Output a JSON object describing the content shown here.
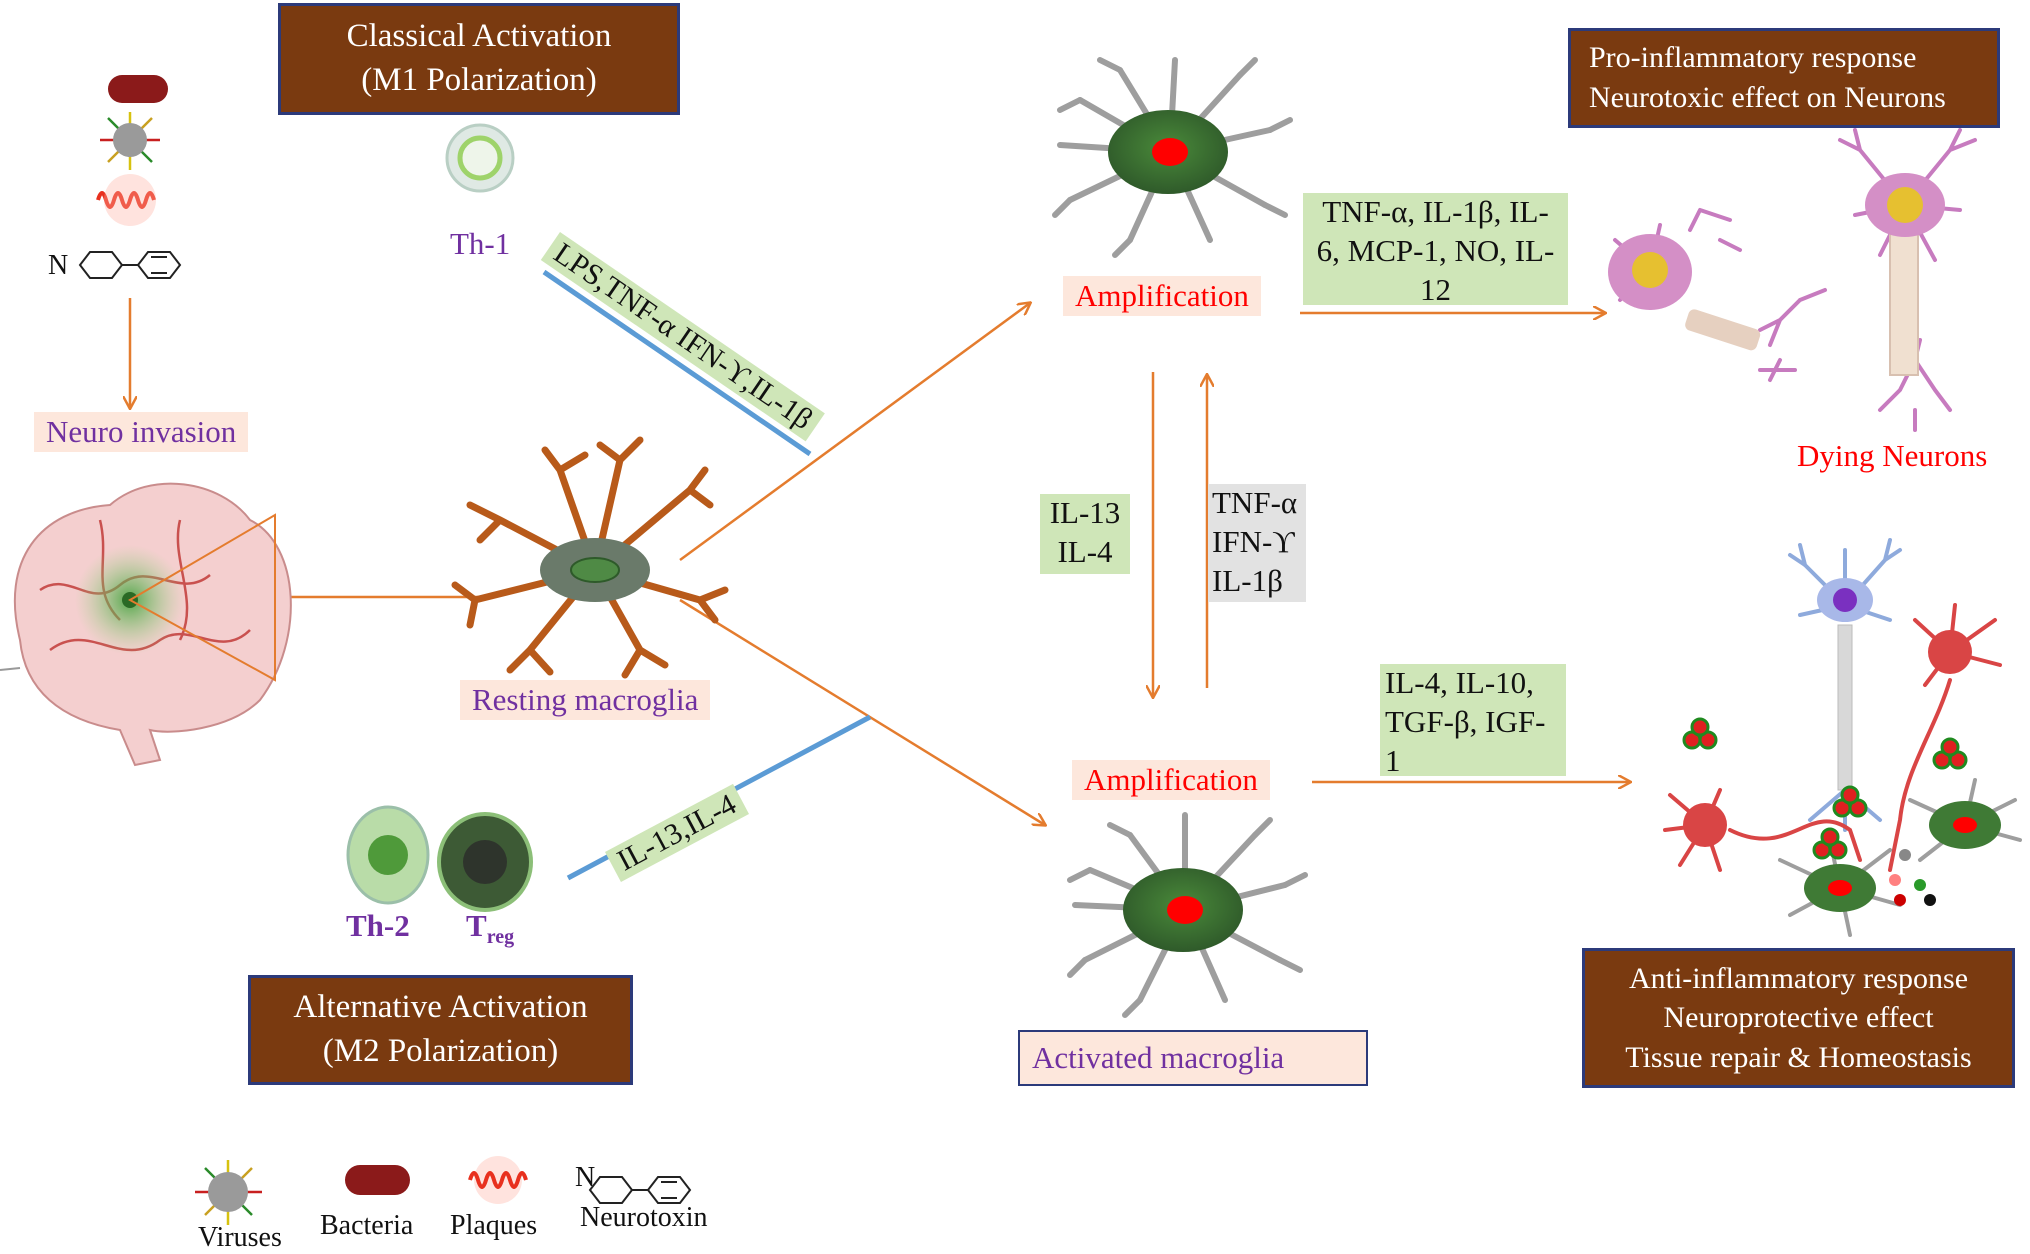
{
  "title_m1": [
    "Classical Activation",
    "(M1 Polarization)"
  ],
  "title_m2": [
    "Alternative Activation",
    "(M2 Polarization)"
  ],
  "th1_label": "Th-1",
  "th2_label": "Th-2",
  "treg_label": "T",
  "treg_sub": "reg",
  "m1_stimuli": "LPS,TNF-α IFN-ϒ,IL-1β",
  "m2_stimuli": "IL-13,IL-4",
  "neuro_invasion": "Neuro invasion",
  "resting_macroglia": "Resting macroglia",
  "amplification_top": "Amplification",
  "amplification_bottom": "Amplification",
  "activated_macroglia": "Activated macroglia",
  "m1_cytokines": [
    "TNF-α, IL-1β, IL-",
    "6, MCP-1, NO, IL-",
    "12"
  ],
  "m2_cytokines": [
    "IL-4, IL-10,",
    "TGF-β, IGF-",
    "1"
  ],
  "down_labels": [
    "IL-13",
    "IL-4"
  ],
  "up_labels": [
    "TNF-α",
    "IFN-ϒ",
    "IL-1β"
  ],
  "pro_box": [
    "Pro-inflammatory response",
    "Neurotoxic effect on Neurons"
  ],
  "dying_neurons": "Dying Neurons",
  "anti_box": [
    "Anti-inflammatory response",
    "Neuroprotective  effect",
    "Tissue repair & Homeostasis"
  ],
  "neurotoxin_n": "N",
  "legend": [
    "Viruses",
    "Bacteria",
    "Plaques",
    "Neurotoxin"
  ],
  "colors": {
    "arrow": "#e47c2e",
    "blue_bar": "#5b9bd5",
    "box_brown": "#7a3a10",
    "box_border": "#2c3a7a",
    "green_label": "#cfe6b8",
    "purple_text": "#7030a0",
    "red_text": "#ff0000"
  }
}
